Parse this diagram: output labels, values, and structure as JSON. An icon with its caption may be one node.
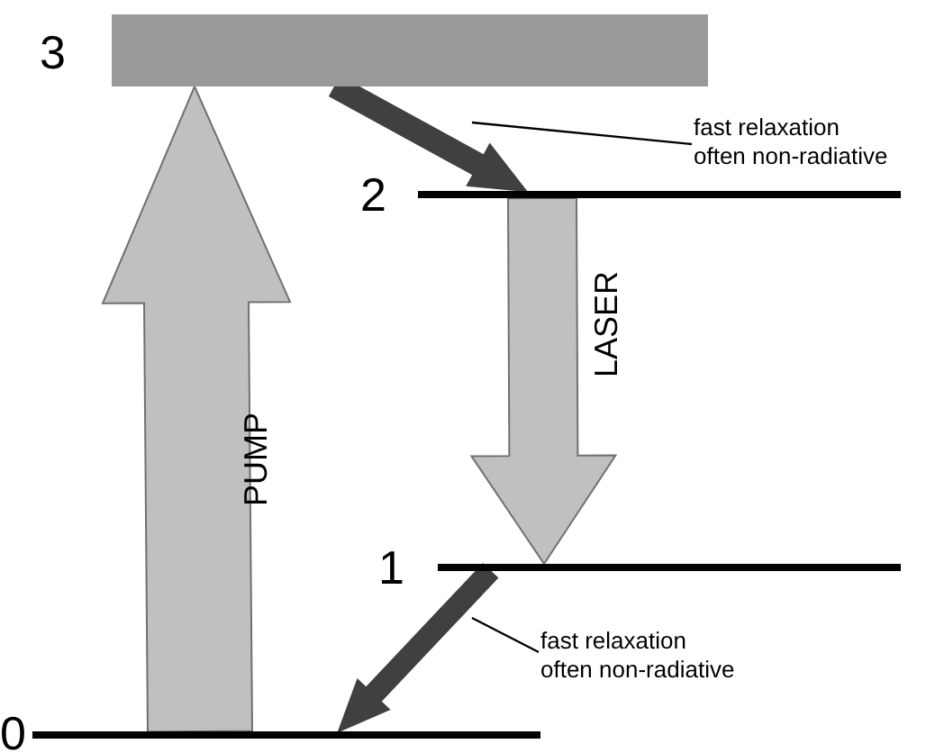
{
  "diagram": {
    "nodes": [
      {
        "text": [],
        "shape": "bar",
        "beside": [
          "3"
        ]
      },
      {
        "text": [],
        "shape": "bar",
        "beside": [
          "2"
        ]
      },
      {
        "text": [],
        "shape": "bar",
        "beside": [
          "1"
        ]
      },
      {
        "text": [],
        "shape": "bar",
        "beside": [
          "0"
        ]
      },
      {
        "text": [
          "fast relaxation often non-radiative"
        ]
      },
      {
        "text": [
          "fast relaxation often non-radiative"
        ]
      }
    ],
    "edges": [
      {
        "from": 3,
        "to": 0,
        "arrow": "to",
        "label": "PUMP"
      },
      {
        "from": 0,
        "to": 1,
        "arrow": "to",
        "color": "#404040"
      },
      {
        "from": 1,
        "to": 2,
        "arrow": "to",
        "label": "LASER"
      },
      {
        "from": 2,
        "to": 3,
        "arrow": "to",
        "color": "#404040"
      },
      {
        "from": 4,
        "to": null,
        "arrow": "none"
      },
      {
        "from": 5,
        "to": null,
        "arrow": "none"
      }
    ]
  }
}
